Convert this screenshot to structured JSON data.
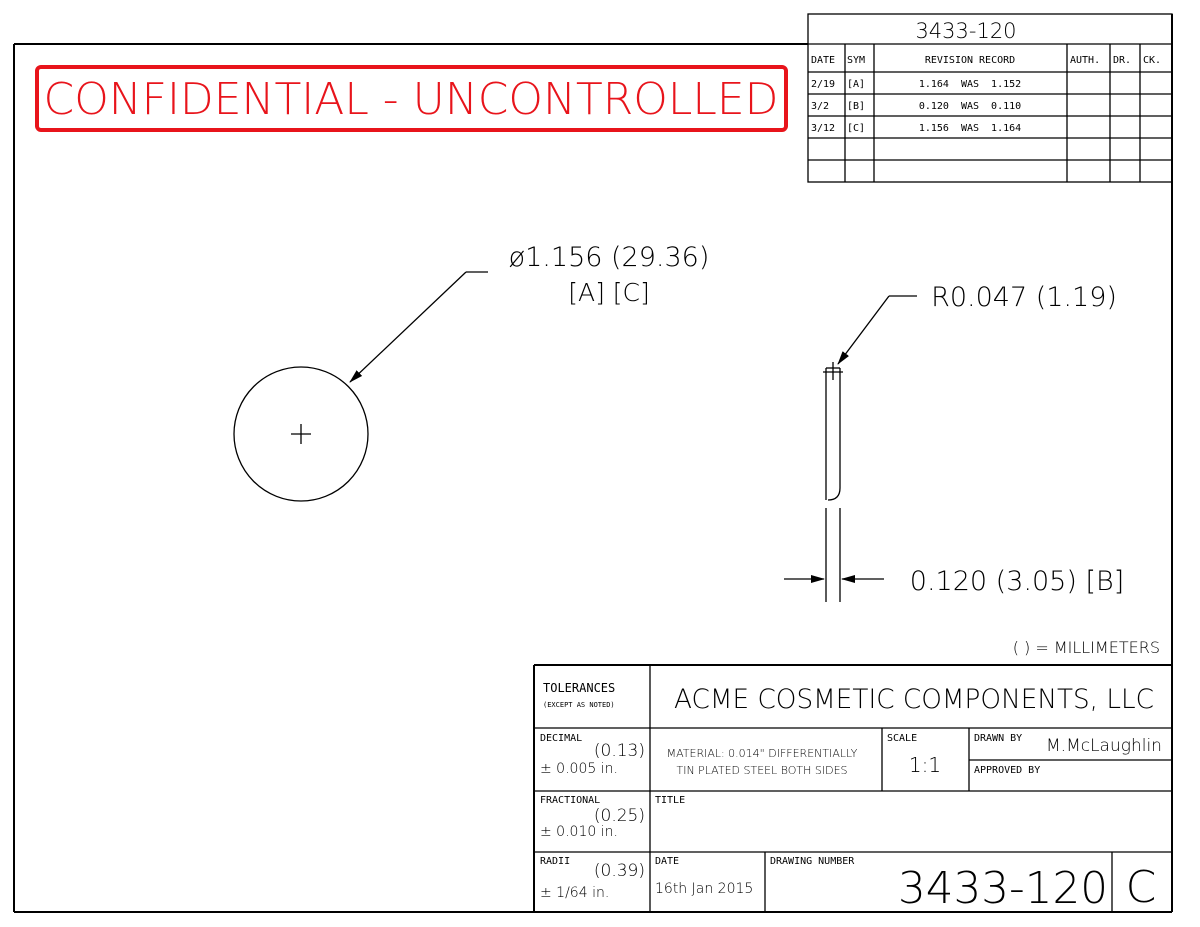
{
  "confidential_banner": "CONFIDENTIAL - UNCONTROLLED",
  "revision_block": {
    "drawing_number": "3433-120",
    "headers": {
      "date": "DATE",
      "sym": "SYM",
      "record": "REVISION RECORD",
      "auth": "AUTH.",
      "dr": "DR.",
      "ck": "CK."
    },
    "rows": [
      {
        "date": "2/19",
        "sym": "[A]",
        "record": "1.164  WAS  1.152"
      },
      {
        "date": "3/2",
        "sym": "[B]",
        "record": "0.120  WAS  0.110"
      },
      {
        "date": "3/12",
        "sym": "[C]",
        "record": "1.156  WAS  1.164"
      },
      {
        "date": "",
        "sym": "",
        "record": ""
      },
      {
        "date": "",
        "sym": "",
        "record": ""
      }
    ]
  },
  "dimensions": {
    "diameter": "ø1.156 (29.36)",
    "diameter_rev": "[A] [C]",
    "radius": "R0.047 (1.19)",
    "thickness": "0.120 (3.05) [B]",
    "units_note": "( ) = MILLIMETERS"
  },
  "title_block": {
    "tolerances": "TOLERANCES",
    "except_as_noted": "(EXCEPT AS NOTED)",
    "company": "ACME COSMETIC COMPONENTS, LLC",
    "decimal_label": "DECIMAL",
    "decimal_mm": "(0.13)",
    "decimal_tol": "± 0.005 in.",
    "material_line1": "MATERIAL: 0.014\" DIFFERENTIALLY",
    "material_line2": "TIN PLATED STEEL BOTH SIDES",
    "scale_label": "SCALE",
    "scale_value": "1:1",
    "drawn_by_label": "DRAWN BY",
    "drawn_by_value": "M.McLaughlin",
    "approved_by_label": "APPROVED BY",
    "fractional_label": "FRACTIONAL",
    "fractional_mm": "(0.25)",
    "fractional_tol": "± 0.010 in.",
    "title_label": "TITLE",
    "radii_label": "RADII",
    "radii_mm": "(0.39)",
    "radii_tol": "± 1/64 in.",
    "date_label": "DATE",
    "date_value": "16th Jan 2015",
    "drawing_number_label": "DRAWING NUMBER",
    "drawing_number_value": "3433-120",
    "revision_letter": "C"
  },
  "colors": {
    "banner": "#e8141b",
    "line": "#000000"
  }
}
